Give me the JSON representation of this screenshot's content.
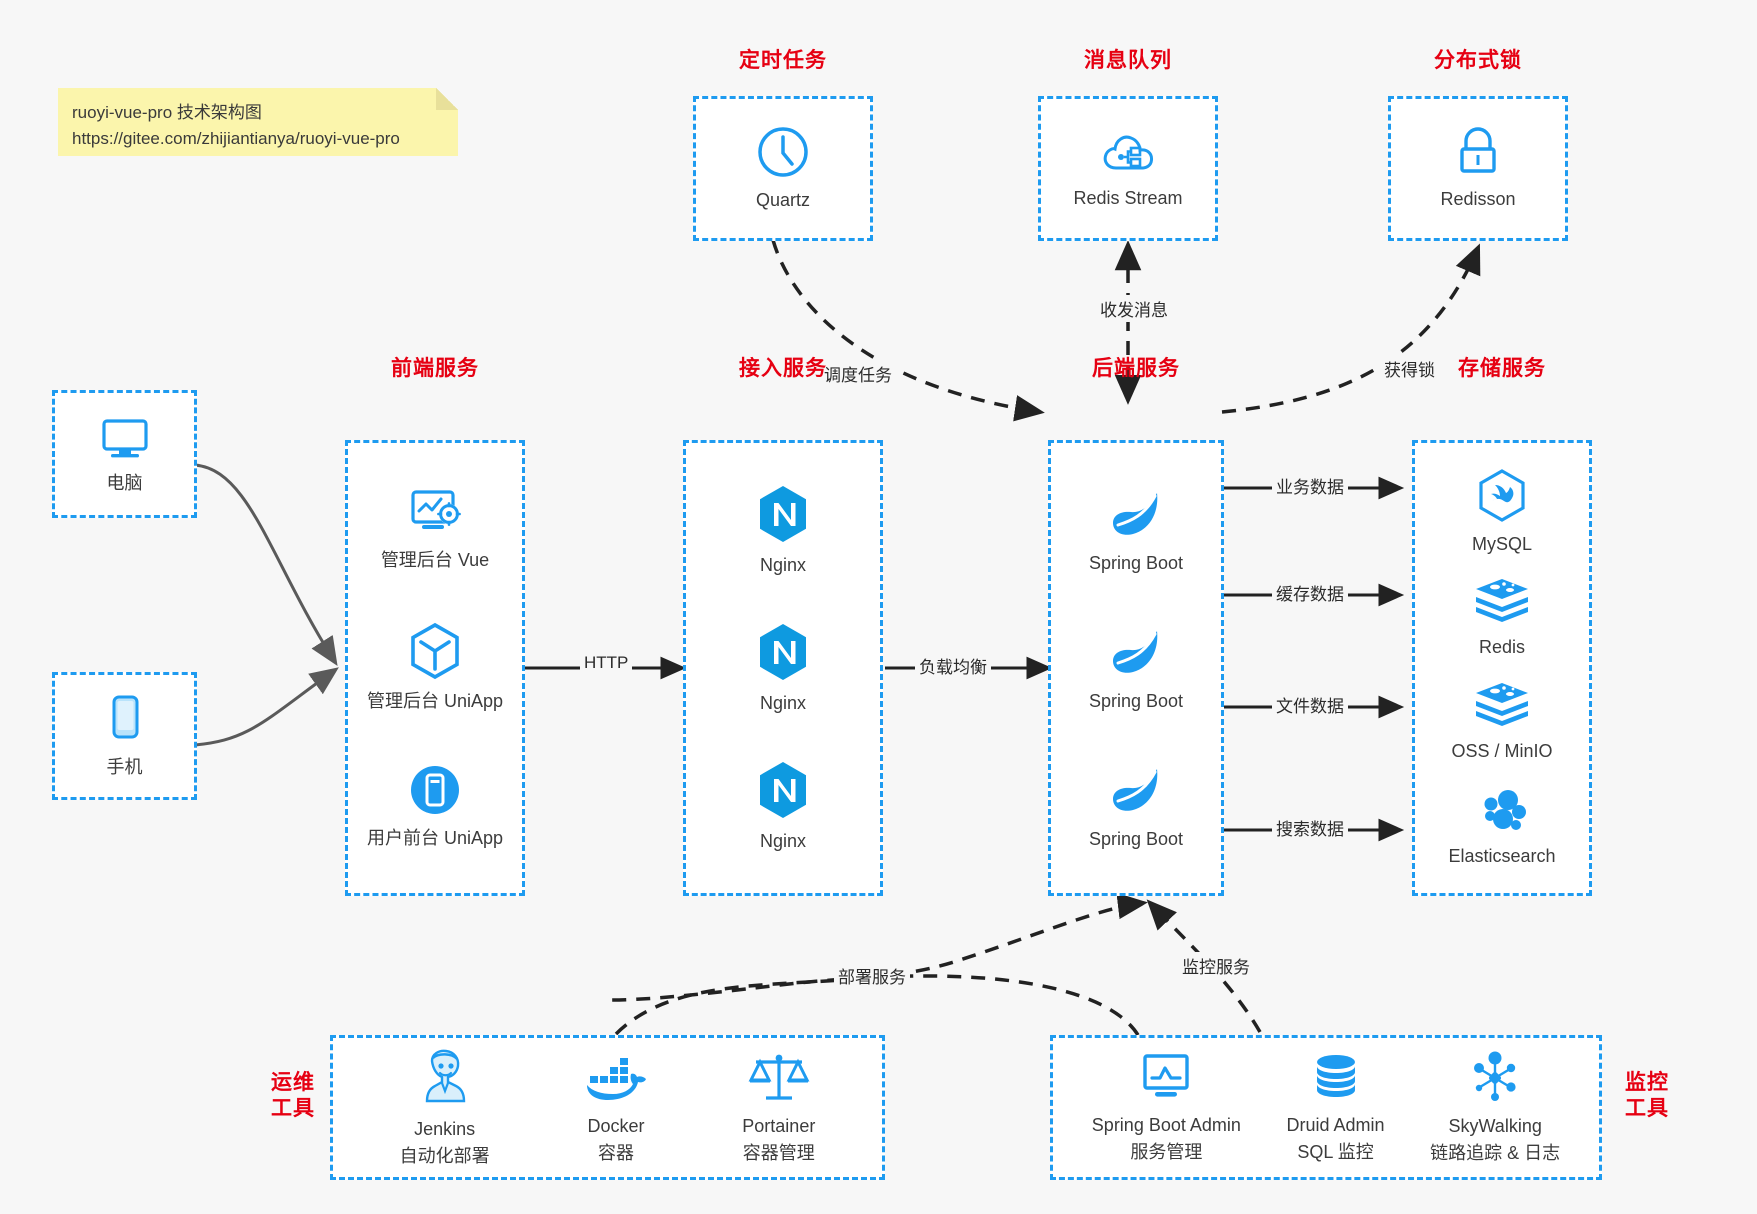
{
  "note": {
    "line1": "ruoyi-vue-pro 技术架构图",
    "line2": "https://gitee.com/zhijiantianya/ruoyi-vue-pro"
  },
  "colors": {
    "accent_blue": "#1e9bf0",
    "title_red": "#e60012",
    "note_yellow": "#fbf5ac",
    "background": "#f7f7f7",
    "arrow_gray": "#5a5a5a",
    "arrow_black": "#222222"
  },
  "groups": {
    "scheduled_task": {
      "title": "定时任务",
      "nodes": [
        {
          "label": "Quartz",
          "icon": "clock-icon"
        }
      ]
    },
    "message_queue": {
      "title": "消息队列",
      "nodes": [
        {
          "label": "Redis Stream",
          "icon": "cloud-stream-icon"
        }
      ]
    },
    "distributed_lock": {
      "title": "分布式锁",
      "nodes": [
        {
          "label": "Redisson",
          "icon": "lock-icon"
        }
      ]
    },
    "clients": {
      "nodes": [
        {
          "label": "电脑",
          "icon": "desktop-icon"
        },
        {
          "label": "手机",
          "icon": "mobile-icon"
        }
      ]
    },
    "frontend": {
      "title": "前端服务",
      "nodes": [
        {
          "label": "管理后台 Vue",
          "icon": "dashboard-gear-icon"
        },
        {
          "label": "管理后台 UniApp",
          "icon": "hexagon-cube-icon"
        },
        {
          "label": "用户前台 UniApp",
          "icon": "mobile-app-icon"
        }
      ]
    },
    "gateway": {
      "title": "接入服务",
      "nodes": [
        {
          "label": "Nginx",
          "icon": "nginx-icon"
        },
        {
          "label": "Nginx",
          "icon": "nginx-icon"
        },
        {
          "label": "Nginx",
          "icon": "nginx-icon"
        }
      ]
    },
    "backend": {
      "title": "后端服务",
      "nodes": [
        {
          "label": "Spring Boot",
          "icon": "spring-boot-icon"
        },
        {
          "label": "Spring Boot",
          "icon": "spring-boot-icon"
        },
        {
          "label": "Spring Boot",
          "icon": "spring-boot-icon"
        }
      ]
    },
    "storage": {
      "title": "存储服务",
      "nodes": [
        {
          "label": "MySQL",
          "icon": "mysql-icon"
        },
        {
          "label": "Redis",
          "icon": "redis-icon"
        },
        {
          "label": "OSS / MinIO",
          "icon": "minio-icon"
        },
        {
          "label": "Elasticsearch",
          "icon": "elasticsearch-icon"
        }
      ]
    },
    "devops": {
      "title_line1": "运维",
      "title_line2": "工具",
      "nodes": [
        {
          "label": "Jenkins",
          "sublabel": "自动化部署",
          "icon": "jenkins-icon"
        },
        {
          "label": "Docker",
          "sublabel": "容器",
          "icon": "docker-icon"
        },
        {
          "label": "Portainer",
          "sublabel": "容器管理",
          "icon": "portainer-scale-icon"
        }
      ]
    },
    "monitor": {
      "title_line1": "监控",
      "title_line2": "工具",
      "nodes": [
        {
          "label": "Spring Boot Admin",
          "sublabel": "服务管理",
          "icon": "monitor-chart-icon"
        },
        {
          "label": "Druid Admin",
          "sublabel": "SQL 监控",
          "icon": "database-icon"
        },
        {
          "label": "SkyWalking",
          "sublabel": "链路追踪 & 日志",
          "icon": "skywalking-icon"
        }
      ]
    }
  },
  "edges": {
    "http": "HTTP",
    "load_balance": "负载均衡",
    "schedule_task": "调度任务",
    "send_receive_message": "收发消息",
    "acquire_lock": "获得锁",
    "business_data": "业务数据",
    "cache_data": "缓存数据",
    "file_data": "文件数据",
    "search_data": "搜索数据",
    "deploy_service": "部署服务",
    "monitor_service": "监控服务"
  }
}
